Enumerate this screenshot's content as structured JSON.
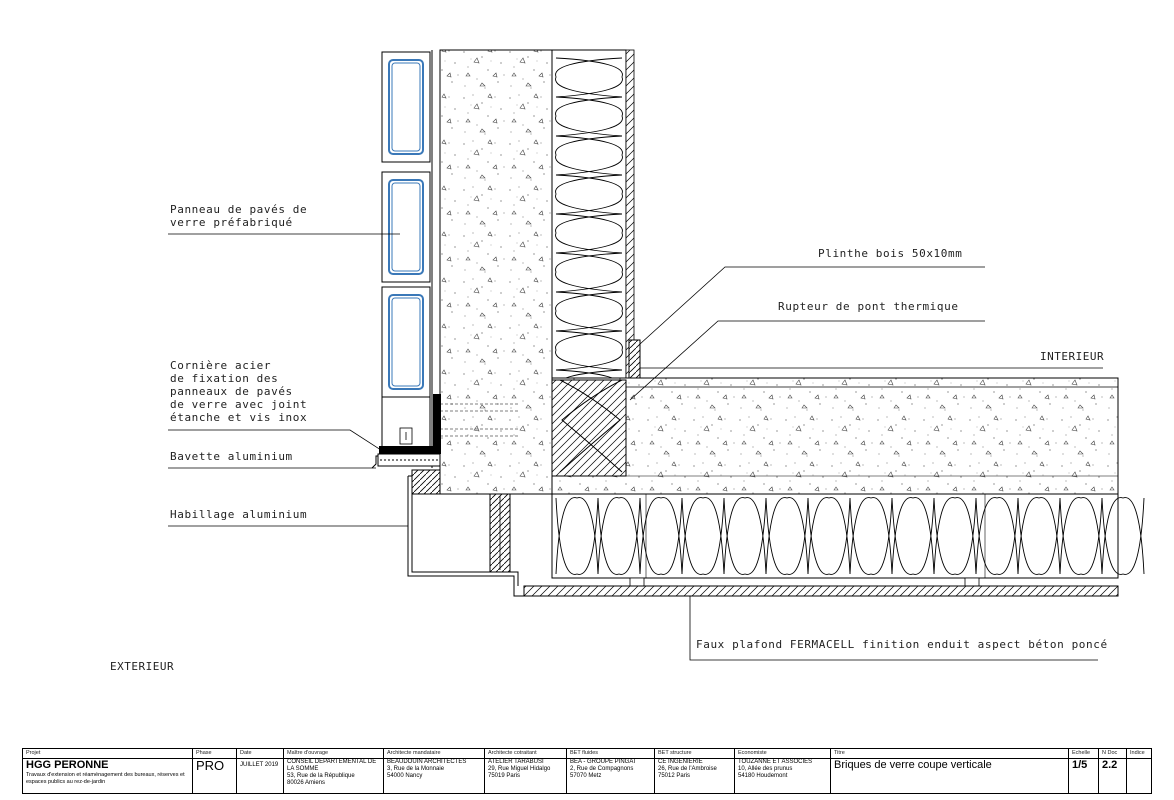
{
  "annotations": {
    "panneau": "Panneau de pavés de\nverre préfabriqué",
    "corniere": "Cornière acier\nde fixation des\npanneaux de pavés\nde verre avec joint\nétanche et vis inox",
    "bavette": "Bavette aluminium",
    "habillage": "Habillage aluminium",
    "plinthe": "Plinthe bois 50x10mm",
    "rupteur": "Rupteur de pont thermique",
    "faux_plafond": "Faux plafond FERMACELL finition enduit aspect béton poncé"
  },
  "zones": {
    "interieur": "INTERIEUR",
    "exterieur": "EXTERIEUR"
  },
  "cartouche": {
    "projet": {
      "header": "Projet",
      "name": "HGG PERONNE",
      "description": "Travaux d'extension et réaménagement des bureaux, réserves et espaces publics au rez-de-jardin"
    },
    "phase": {
      "header": "Phase",
      "value": "PRO"
    },
    "date": {
      "header": "Date",
      "value": "JUILLET 2019"
    },
    "maitre_ouvrage": {
      "header": "Maître d'ouvrage",
      "name": "CONSEIL DEPARTEMENTAL DE LA SOMME",
      "address": "53, Rue de la République",
      "city": "80026 Amiens"
    },
    "architecte_mandataire": {
      "header": "Architecte mandataire",
      "name": "BEAUDOUIN ARCHITECTES",
      "address": "3, Rue de la Monnaie",
      "city": "54000 Nancy"
    },
    "architecte_cotraitant": {
      "header": "Architecte cotraitant",
      "name": "ATELIER TARABUSI",
      "address": "29, Rue Miguel Hidalgo",
      "city": "75019 Paris"
    },
    "bet_fluides": {
      "header": "BET fluides",
      "name": "BEA - GROUPE PINGAT",
      "address": "2, Rue de Compagnons",
      "city": "57070 Metz"
    },
    "bet_structure": {
      "header": "BET structure",
      "name": "CE INGENIERIE",
      "address": "26, Rue de l'Ambroise",
      "city": "75012 Paris"
    },
    "economiste": {
      "header": "Economiste",
      "name": "TOUZANNE ET ASSOCIES",
      "address": "10, Allée des prunus",
      "city": "54180 Houdemont"
    },
    "titre": {
      "header": "Titre",
      "value": "Briques de verre coupe verticale"
    },
    "echelle": {
      "header": "Echelle",
      "value": "1/5"
    },
    "ndoc": {
      "header": "N Doc",
      "value": "2.2"
    },
    "indice": {
      "header": "Indice",
      "value": ""
    }
  },
  "colors": {
    "glass_blue": "#3a78b8",
    "line": "#000000"
  }
}
